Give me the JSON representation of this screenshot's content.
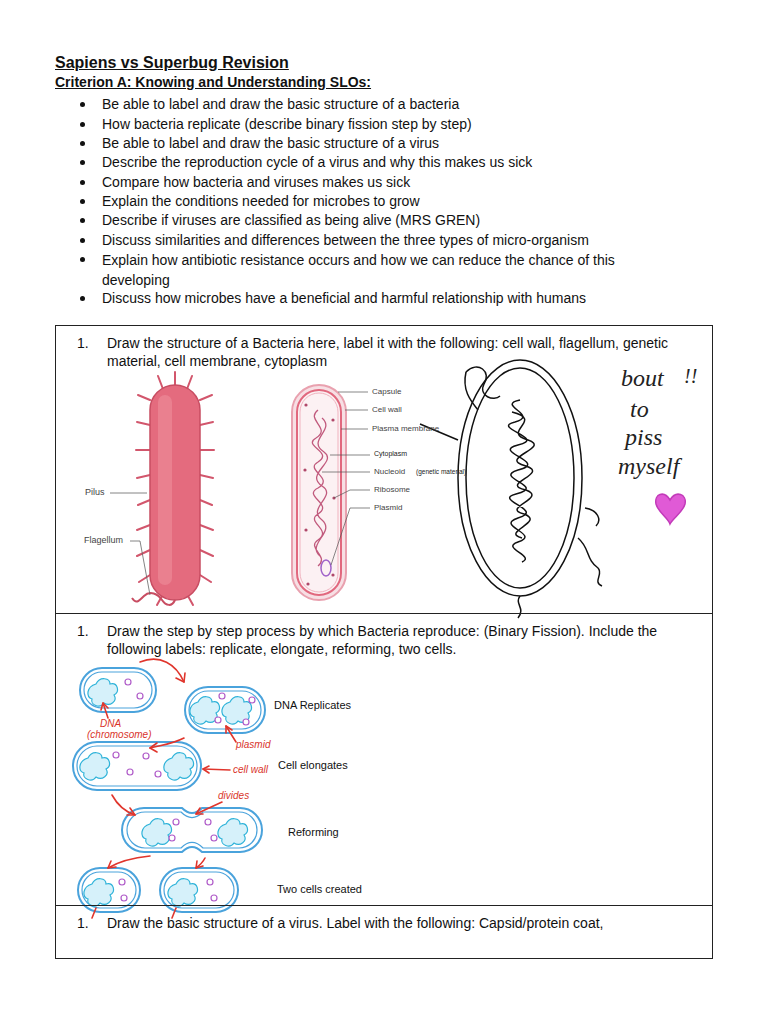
{
  "diagram": {
    "title": "Sapiens vs Superbug Revision",
    "nodes": [
      {
        "text": [
          "1.",
          "Draw the structure of a Bacteria here, label it with the following: cell wall, flagellum, genetic material, cell membrane, cytoplasm"
        ]
      },
      {
        "text": [
          "1.",
          "Draw the step by step process by which Bacteria reproduce: (Binary Fission). Include the following labels: replicate, elongate, reforming, two cells."
        ]
      },
      {
        "text": [
          "1.",
          "Draw the basic structure of a virus. Label with the following: Capsid/protein coat,"
        ]
      }
    ],
    "labels": [
      "Criterion A: Knowing and Understanding SLOs:",
      "Be able to label and draw the basic structure of a bacteria",
      "How bacteria replicate (describe binary fission step by step)",
      "Be able to label and draw the basic structure of a virus",
      "Describe the reproduction cycle of a virus and why this makes us sick",
      "Compare how bacteria and viruses makes us sick",
      "Explain the conditions needed for microbes to grow",
      "Describe if viruses are classified as being alive (MRS GREN)",
      "Discuss similarities and differences between the three types of micro-organism",
      "Explain how antibiotic resistance occurs and how we can reduce the chance of this developing",
      "Discuss how microbes have a beneficial and harmful relationship with humans",
      "Pilus",
      "Flagellum",
      "Capsule",
      "Cell wall",
      "Plasma membrane",
      "Cytoplasm",
      "Nucleoid",
      "(genetic material)",
      "Ribosome",
      "Plasmid",
      "bout",
      "!!",
      "to",
      "piss",
      "myself",
      "DNA",
      "(chromosome)",
      "plasmid",
      "cell wall",
      "divides",
      "DNA Replicates",
      "Cell elongates",
      "Reforming",
      "Two cells created"
    ]
  }
}
